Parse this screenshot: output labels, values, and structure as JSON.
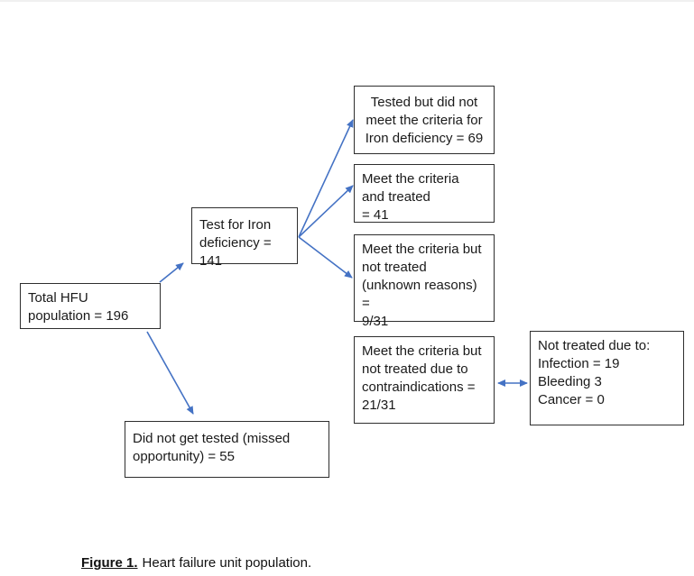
{
  "figure": {
    "caption_label": "Figure 1.",
    "caption_text": "Heart failure unit population."
  },
  "colors": {
    "arrow": "#4472C4",
    "box_border": "#2e2e2e",
    "text": "#1a1a1a"
  },
  "nodes": {
    "total_population": {
      "text": "Total HFU\npopulation = 196"
    },
    "tested": {
      "text": "Test for Iron\ndeficiency = 141"
    },
    "not_meet_criteria": {
      "text": "Tested but did not\nmeet the criteria for\nIron deficiency = 69"
    },
    "met_and_treated": {
      "text": "Meet the criteria\nand treated\n= 41"
    },
    "not_treated_unknown": {
      "text": "Meet the criteria but\nnot treated\n(unknown reasons) =\n9/31"
    },
    "not_treated_contraindications": {
      "text": "Meet the criteria but\nnot treated due to\ncontraindications =\n21/31"
    },
    "contraindication_reasons": {
      "text": "Not treated due to:\nInfection = 19\nBleeding 3\nCancer = 0"
    },
    "not_tested": {
      "text": "Did not get tested (missed\nopportunity) = 55"
    }
  },
  "edges": [
    {
      "from": "total_population",
      "to": "tested",
      "style": "arrow"
    },
    {
      "from": "total_population",
      "to": "not_tested",
      "style": "arrow"
    },
    {
      "from": "tested",
      "to": "not_meet_criteria",
      "style": "arrow"
    },
    {
      "from": "tested",
      "to": "met_and_treated",
      "style": "arrow"
    },
    {
      "from": "tested",
      "to": "not_treated_unknown",
      "style": "arrow"
    },
    {
      "from": "not_treated_contraindications",
      "to": "contraindication_reasons",
      "style": "double-arrow"
    }
  ]
}
